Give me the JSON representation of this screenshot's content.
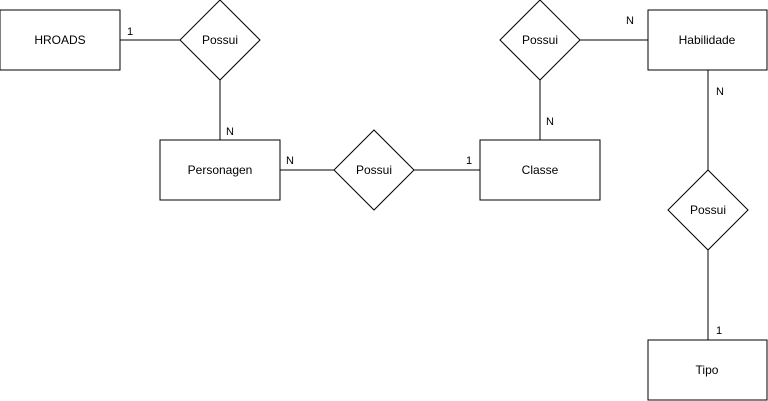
{
  "entities": {
    "hroads": "HROADS",
    "personagem": "Personagen",
    "classe": "Classe",
    "habilidade": "Habilidade",
    "tipo": "Tipo"
  },
  "relationships": {
    "hroads_personagem": "Possui",
    "personagem_classe": "Possui",
    "classe_habilidade": "Possui",
    "habilidade_tipo": "Possui"
  },
  "cardinalities": {
    "hroads_side": "1",
    "personagem_side_top": "N",
    "personagem_side_right": "N",
    "classe_side_left": "1",
    "classe_side_top": "N",
    "habilidade_side_left": "N",
    "habilidade_side_bottom": "N",
    "tipo_side_top": "1"
  }
}
